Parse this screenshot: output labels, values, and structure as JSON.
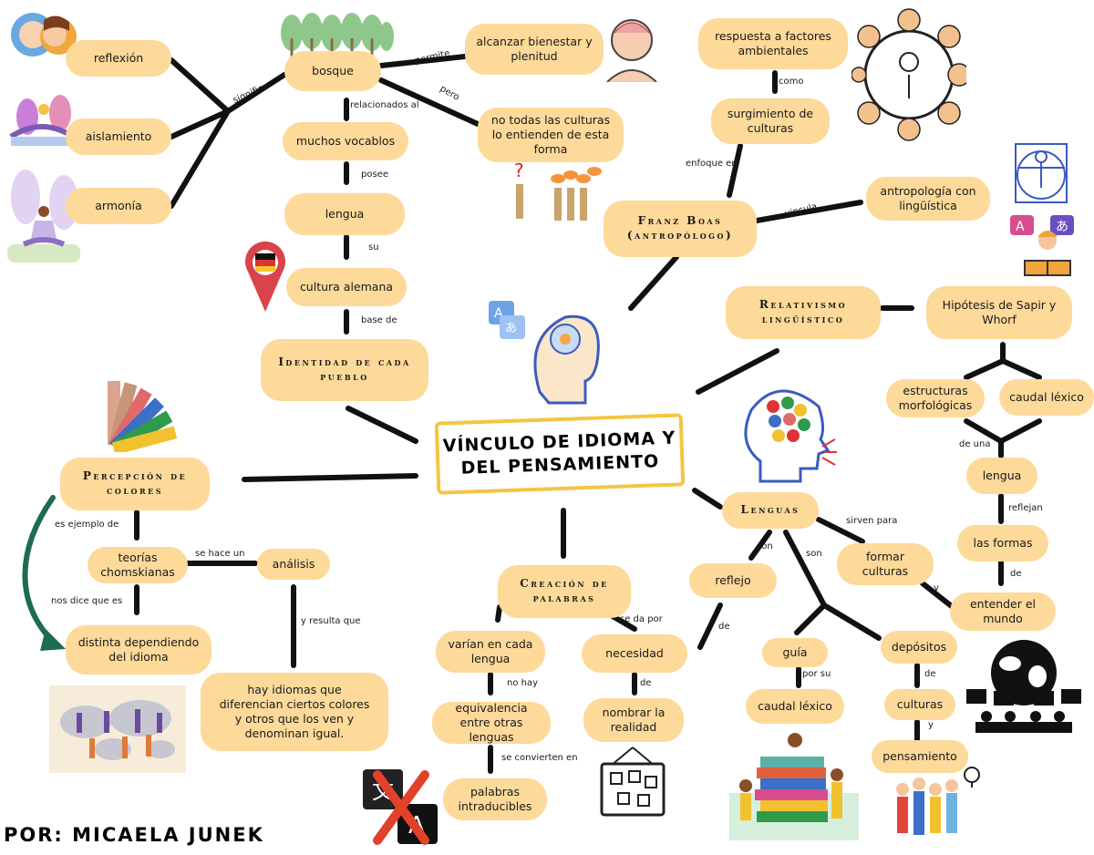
{
  "central_title": "VÍNCULO DE IDIOMA Y DEL PENSAMIENTO",
  "author": "POR: MICAELA JUNEK",
  "nodes": {
    "reflexion": "reflexión",
    "aislamiento": "aislamiento",
    "armonia": "armonía",
    "bosque": "bosque",
    "bienestar": "alcanzar bienestar y plenitud",
    "no_todas": "no todas las culturas lo entienden de esta forma",
    "vocablos": "muchos vocablos",
    "lengua1": "lengua",
    "cultura_alemana": "cultura alemana",
    "identidad": "Identidad de cada pueblo",
    "respuesta": "respuesta a factores ambientales",
    "surgimiento": "surgimiento de culturas",
    "boas": "Franz Boas (antropólogo)",
    "antropologia": "antropología con lingüística",
    "relativismo": "Relativismo lingüístico",
    "sapir": "Hipótesis de Sapir y Whorf",
    "estructuras": "estructuras morfológicas",
    "caudal1": "caudal léxico",
    "lengua2": "lengua",
    "formas": "las formas",
    "entender": "entender el mundo",
    "percepcion": "Percepción de colores",
    "teorias": "teorías chomskianas",
    "analisis": "análisis",
    "distinta": "distinta dependiendo del idioma",
    "hay_idiomas": "hay idiomas que diferencian ciertos colores y otros que los ven y denominan igual.",
    "creacion": "Creación de palabras",
    "varian": "varían en cada lengua",
    "equivalencia": "equivalencia entre otras lenguas",
    "intraducibles": "palabras intraducibles",
    "necesidad": "necesidad",
    "nombrar": "nombrar la realidad",
    "lenguas": "Lenguas",
    "reflejo": "reflejo",
    "formar": "formar culturas",
    "guia": "guía",
    "caudal2": "caudal léxico",
    "depositos": "depósitos",
    "culturas": "culturas",
    "pensamiento": "pensamiento"
  },
  "labels": {
    "significa": "significa",
    "permite": "permite",
    "pero": "pero",
    "relacionados": "relacionados al",
    "posee": "posee",
    "su": "su",
    "base_de": "base de",
    "como": "como",
    "enfoque_en": "enfoque en",
    "vincula": "vincula",
    "de_una": "de una",
    "reflejan": "reflejan",
    "de_formas": "de",
    "y_formar": "y",
    "es_ejemplo": "es ejemplo de",
    "se_hace_un": "se hace un",
    "nos_dice": "nos dice que es",
    "y_resulta": "y resulta que",
    "no_hay": "no hay",
    "se_convierten": "se convierten en",
    "se_da_por": "se da por",
    "de_nec": "de",
    "son1": "son",
    "son2": "son",
    "de_reflejo": "de",
    "por_su": "por su",
    "de_dep": "de",
    "y_cult": "y"
  },
  "colors": {
    "node_fill": "#fdd99a",
    "connector": "#111111",
    "central_border": "#f5c542",
    "arrow": "#1f6b4f"
  },
  "icons": [
    "faces-icon",
    "bridge-garden-icon",
    "yoga-icon",
    "forest-icon",
    "brain-face-icon",
    "question-figures-icon",
    "culture-circle-icon",
    "vitruvian-icon",
    "translate-icon",
    "reader-icon",
    "map-pin-flag-icon",
    "brain-head-icon",
    "color-palette-icon",
    "head-flags-icon",
    "world-map-people-icon",
    "no-translate-icon",
    "sticky-board-icon",
    "books-people-icon",
    "globe-speech-icon",
    "people-idea-icon"
  ]
}
